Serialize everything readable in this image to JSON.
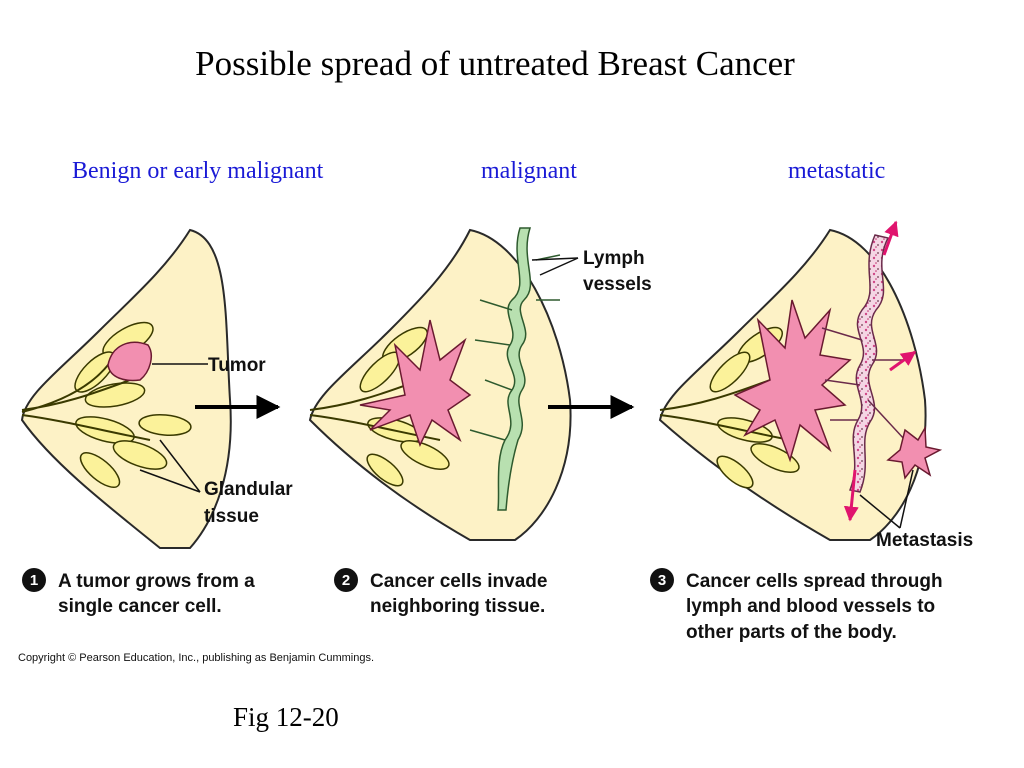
{
  "title": "Possible spread of untreated Breast Cancer",
  "stages": [
    "Benign or early malignant",
    "malignant",
    "metastatic"
  ],
  "labels": {
    "tumor": "Tumor",
    "glandular_line1": "Glandular",
    "glandular_line2": "tissue",
    "lymph_line1": "Lymph",
    "lymph_line2": "vessels",
    "metastasis": "Metastasis"
  },
  "steps": [
    {
      "number": "1",
      "lines": [
        "A tumor grows from a",
        "single cancer cell."
      ]
    },
    {
      "number": "2",
      "lines": [
        "Cancer cells invade",
        "neighboring tissue."
      ]
    },
    {
      "number": "3",
      "lines": [
        "Cancer cells spread through",
        "lymph and blood vessels to",
        "other parts of the body."
      ]
    }
  ],
  "copyright": "Copyright © Pearson Education, Inc., publishing as Benjamin Cummings.",
  "figure_label": "Fig 12-20",
  "colors": {
    "stage_text": "#1a1ad6",
    "breast_fill": "#fdf2c6",
    "gland_fill": "#fbf29a",
    "tumor_fill": "#f28fb0",
    "lymph_fill": "#b8e0b0",
    "arrow_pink": "#e0146e"
  }
}
